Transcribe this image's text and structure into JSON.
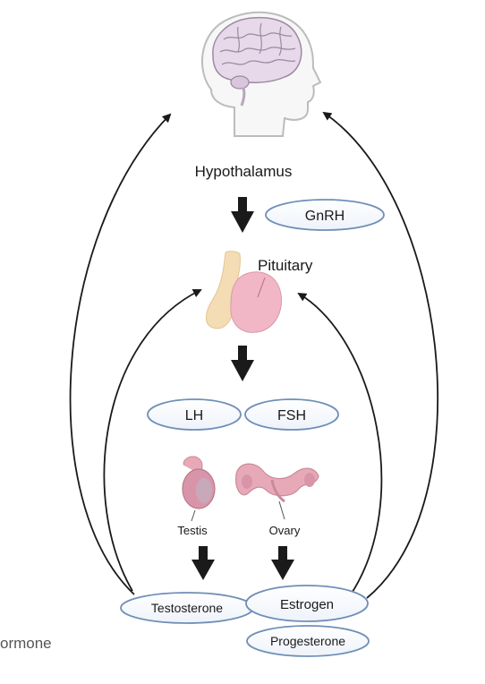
{
  "labels": {
    "hypothalamus": "Hypothalamus",
    "pituitary": "Pituitary",
    "testis": "Testis",
    "ovary": "Ovary",
    "fragment": "ormone"
  },
  "hormones": {
    "gnrh": "GnRH",
    "lh": "LH",
    "fsh": "FSH",
    "testosterone": "Testosterone",
    "estrogen": "Estrogen",
    "progesterone": "Progesterone"
  },
  "colors": {
    "pill_border": "#6f8fb8",
    "pill_fill": "#ffffff",
    "arrow": "#1a1a1a",
    "brain_outline": "#bcbcbc",
    "brain_fill": "#e7d8ea",
    "pituitary_left": "#f4dcb4",
    "pituitary_right": "#f2b7c6",
    "organ_pink": "#e7a9b8"
  },
  "icons": [
    "head-brain-icon",
    "pituitary-gland-icon",
    "testis-icon",
    "ovary-icon"
  ]
}
